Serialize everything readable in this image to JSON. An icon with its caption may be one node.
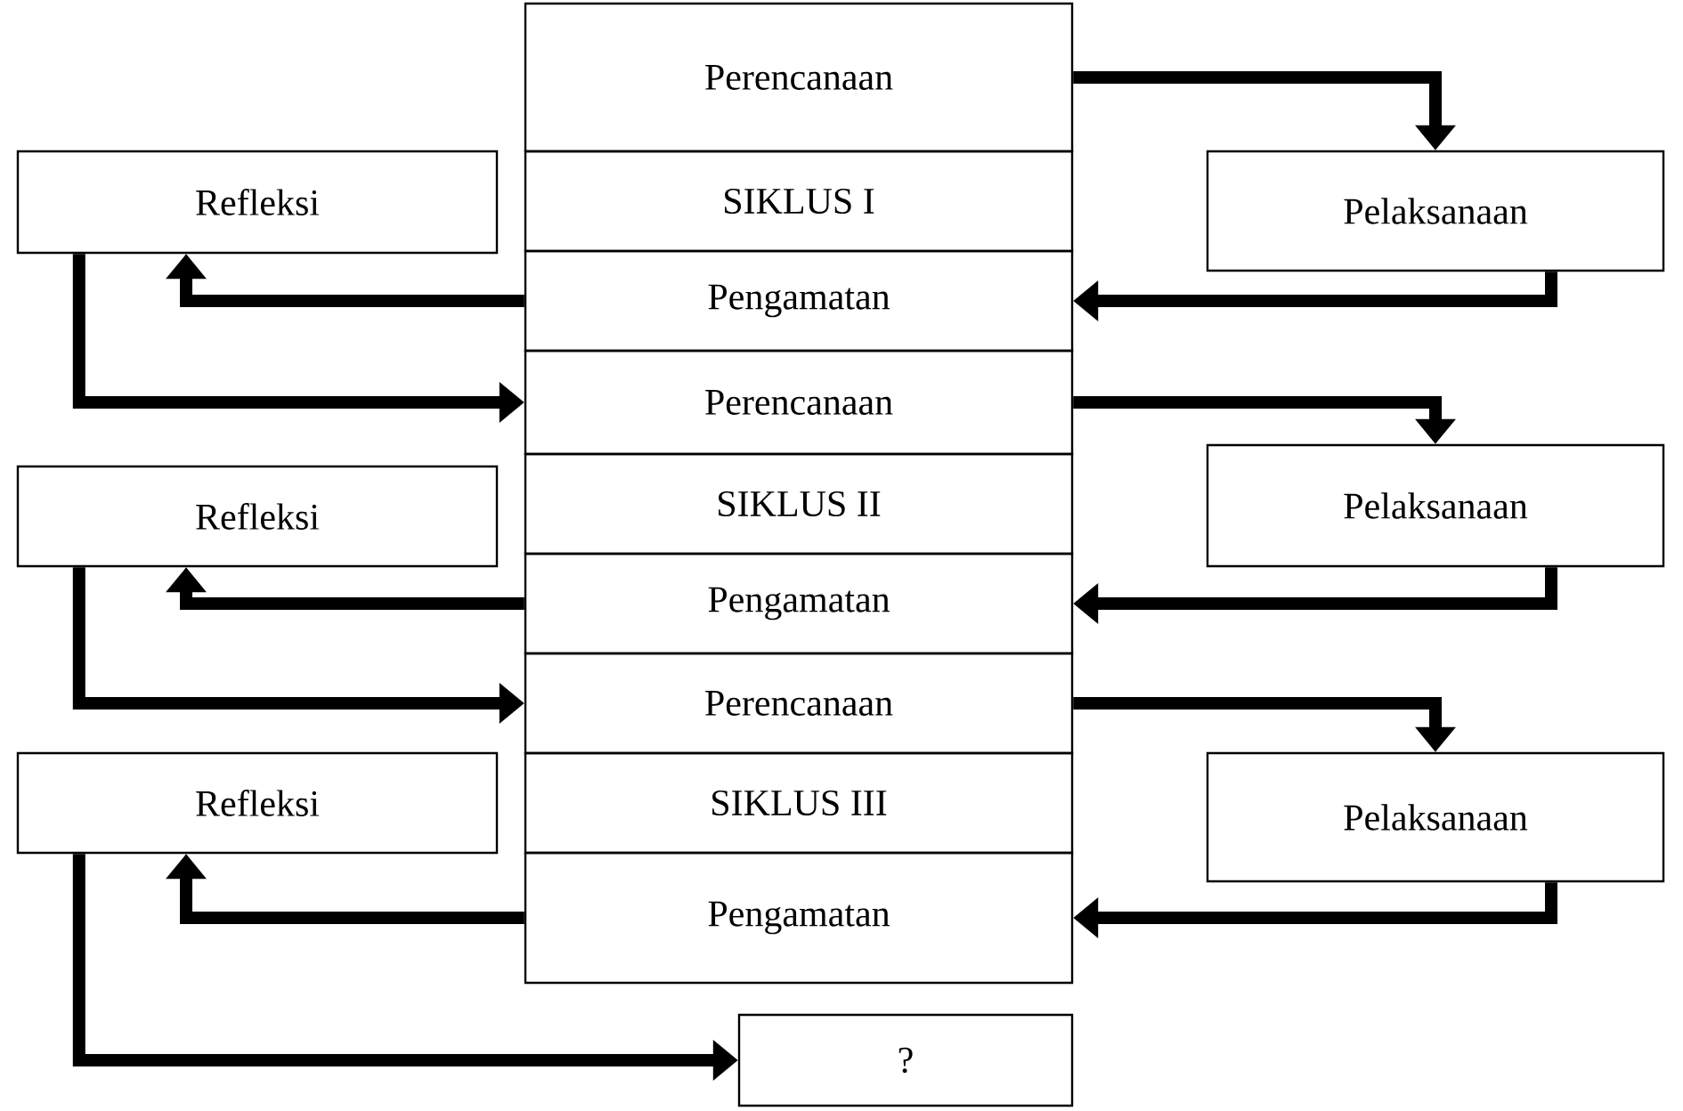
{
  "diagram": {
    "nodes": [
      {
        "text": [
          "Perencanaan"
        ]
      },
      {
        "text": [
          "Refleksi"
        ]
      },
      {
        "text": [
          "SIKLUS I"
        ]
      },
      {
        "text": [
          "Pelaksanaan"
        ]
      },
      {
        "text": [
          "Pengamatan"
        ]
      },
      {
        "text": [
          "Perencanaan"
        ]
      },
      {
        "text": [
          "Refleksi"
        ]
      },
      {
        "text": [
          "SIKLUS II"
        ]
      },
      {
        "text": [
          "Pelaksanaan"
        ]
      },
      {
        "text": [
          "Pengamatan"
        ]
      },
      {
        "text": [
          "Perencanaan"
        ]
      },
      {
        "text": [
          "Refleksi"
        ]
      },
      {
        "text": [
          "SIKLUS III"
        ]
      },
      {
        "text": [
          "Pelaksanaan"
        ]
      },
      {
        "text": [
          "Pengamatan"
        ]
      },
      {
        "text": [
          "?"
        ]
      }
    ],
    "edges": [
      {
        "from": 0,
        "to": 3,
        "arrow": "to"
      },
      {
        "from": 3,
        "to": 4,
        "arrow": "to"
      },
      {
        "from": 4,
        "to": 1,
        "arrow": "to"
      },
      {
        "from": 1,
        "to": 5,
        "arrow": "to"
      },
      {
        "from": 5,
        "to": 8,
        "arrow": "to"
      },
      {
        "from": 8,
        "to": 9,
        "arrow": "to"
      },
      {
        "from": 9,
        "to": 6,
        "arrow": "to"
      },
      {
        "from": 6,
        "to": 10,
        "arrow": "to"
      },
      {
        "from": 10,
        "to": 13,
        "arrow": "to"
      },
      {
        "from": 13,
        "to": 14,
        "arrow": "to"
      },
      {
        "from": 14,
        "to": 11,
        "arrow": "to"
      },
      {
        "from": 11,
        "to": 15,
        "arrow": "to"
      }
    ]
  }
}
